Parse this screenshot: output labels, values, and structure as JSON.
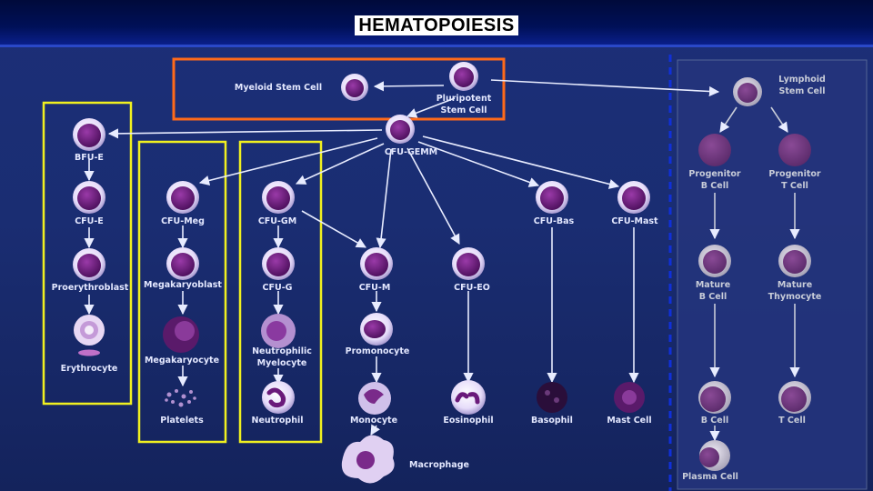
{
  "title": "HEMATOPOIESIS",
  "colors": {
    "background": "#1c2f78",
    "title_bar": "#000a3a",
    "arrow": "#e8ecff",
    "highlight_orange": "#ff6a1a",
    "highlight_yellow": "#f0f020",
    "divider": "#1030d8",
    "cell_nucleus": "#6a1a7a",
    "cell_membrane": "#eae0ff"
  },
  "cells": {
    "myeloid_stem": "Myeloid Stem Cell",
    "pluripotent_1": "Pluripotent",
    "pluripotent_2": "Stem Cell",
    "lymphoid_1": "Lymphoid",
    "lymphoid_2": "Stem Cell",
    "cfu_gemm": "CFU-GEMM",
    "bfu_e": "BFU-E",
    "cfu_e": "CFU-E",
    "proerythroblast": "Proerythroblast",
    "erythrocyte": "Erythrocyte",
    "cfu_meg": "CFU-Meg",
    "megakaryoblast": "Megakaryoblast",
    "megakaryocyte": "Megakaryocyte",
    "platelets": "Platelets",
    "cfu_gm": "CFU-GM",
    "cfu_g": "CFU-G",
    "neutrophilic_1": "Neutrophilic",
    "neutrophilic_2": "Myelocyte",
    "neutrophil": "Neutrophil",
    "cfu_m": "CFU-M",
    "promonocyte": "Promonocyte",
    "monocyte": "Monocyte",
    "macrophage": "Macrophage",
    "cfu_eo": "CFU-EO",
    "eosinophil": "Eosinophil",
    "cfu_bas": "CFU-Bas",
    "basophil": "Basophil",
    "cfu_mast": "CFU-Mast",
    "mast_cell": "Mast Cell",
    "prog_b_1": "Progenitor",
    "prog_b_2": "B Cell",
    "prog_t_1": "Progenitor",
    "prog_t_2": "T Cell",
    "mature_b_1": "Mature",
    "mature_b_2": "B Cell",
    "mature_t_1": "Mature",
    "mature_t_2": "Thymocyte",
    "b_cell": "B Cell",
    "t_cell": "T Cell",
    "plasma_cell": "Plasma Cell"
  }
}
